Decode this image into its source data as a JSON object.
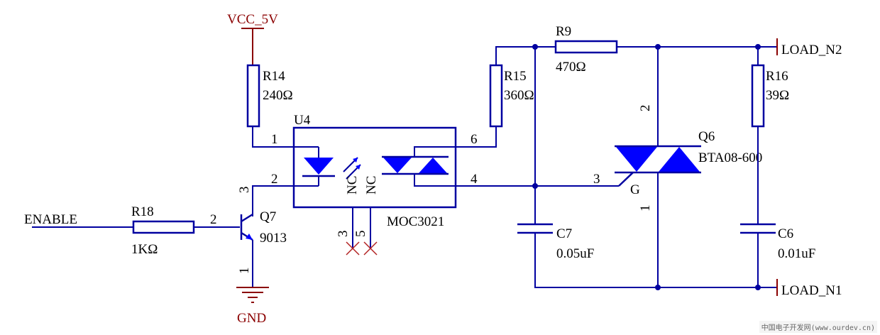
{
  "power": {
    "vcc": "VCC_5V",
    "gnd": "GND"
  },
  "net_labels": {
    "enable": "ENABLE",
    "load_n2": "LOAD_N2",
    "load_n1": "LOAD_N1"
  },
  "components": {
    "r14": {
      "ref": "R14",
      "value": "240Ω"
    },
    "r15": {
      "ref": "R15",
      "value": "360Ω"
    },
    "r9": {
      "ref": "R9",
      "value": "470Ω"
    },
    "r16": {
      "ref": "R16",
      "value": "39Ω"
    },
    "r18": {
      "ref": "R18",
      "value": "1KΩ"
    },
    "c7": {
      "ref": "C7",
      "value": "0.05uF"
    },
    "c6": {
      "ref": "C6",
      "value": "0.01uF"
    },
    "q7": {
      "ref": "Q7",
      "value": "9013"
    },
    "q6": {
      "ref": "Q6",
      "value": "BTA08-600",
      "gate": "G"
    },
    "u4": {
      "ref": "U4",
      "value": "MOC3021",
      "nc": "NC"
    }
  },
  "pins": {
    "u4_1": "1",
    "u4_2": "2",
    "u4_6": "6",
    "u4_4": "4",
    "u4_3": "3",
    "u4_5": "5",
    "q7_3": "3",
    "q7_2": "2",
    "q7_1": "1",
    "q6_2": "2",
    "q6_3": "3",
    "q6_1": "1"
  },
  "watermark": "中国电子开发网(www.ourdev.cn)"
}
